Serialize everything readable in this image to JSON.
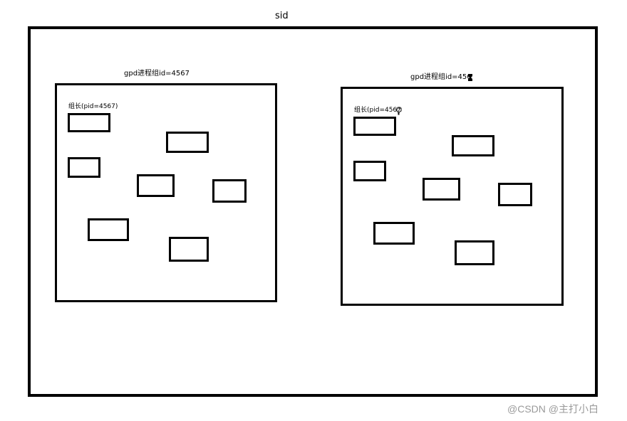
{
  "session": {
    "label": "sid"
  },
  "groups": [
    {
      "title": "gpd进程组id=4567",
      "leader_label": "组长(pid=4567)"
    },
    {
      "title": "gpd进程组id=456",
      "leader_label": "组长(pid=4567"
    }
  ],
  "icons": {
    "group_b_title_icon": "cursor-icon",
    "group_b_leader_icon": "cursor-icon"
  },
  "watermark": {
    "text": "@CSDN @主打小白"
  }
}
